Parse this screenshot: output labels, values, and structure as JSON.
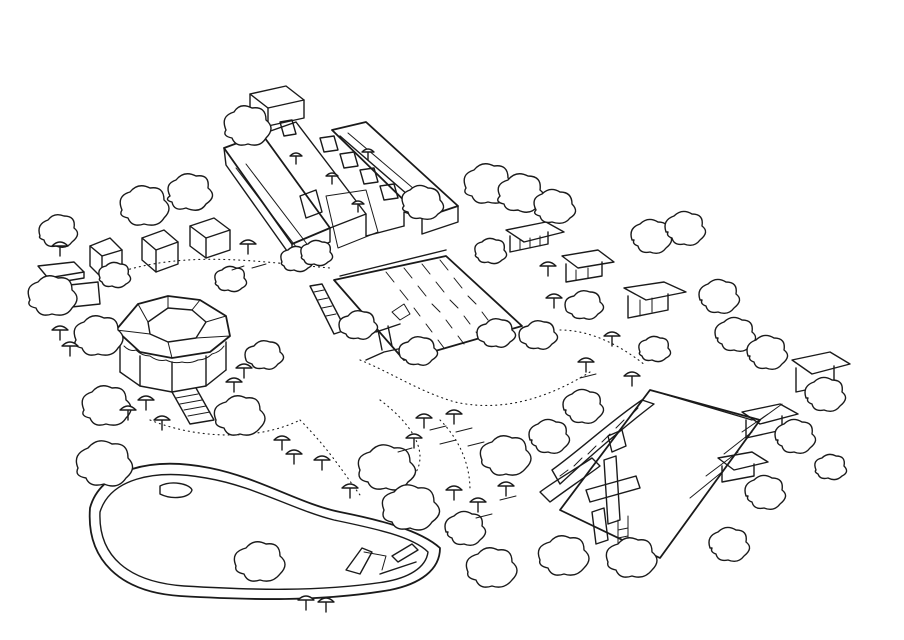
{
  "drawing": {
    "style": "hand-drawn pen-and-ink line sketch",
    "colors": {
      "paper": "#ffffff",
      "ink": "#1a1a1a"
    },
    "features": [
      "tree-canopy",
      "lido-bathhouse",
      "changing-cabins",
      "octagonal-pavilion",
      "main-swimming-pool",
      "diving-tower",
      "lap-pool",
      "freeform-pool",
      "water-slide",
      "beach-umbrellas",
      "dotted-footpaths"
    ]
  }
}
